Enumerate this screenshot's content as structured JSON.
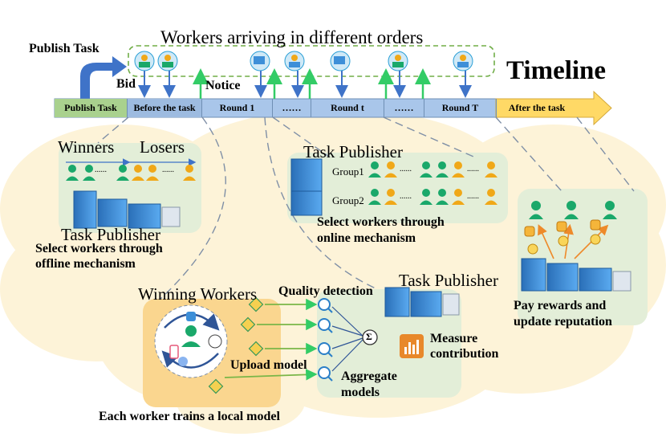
{
  "header": {
    "arrival_title": "Workers arriving in different orders",
    "publish_task": "Publish Task",
    "bid": "Bid",
    "notice": "Notice",
    "timeline": "Timeline"
  },
  "timeline_segments": [
    "Publish Task",
    "Before the task",
    "Round 1",
    "……",
    "Round t",
    "……",
    "Round T",
    "After the task"
  ],
  "offline_panel": {
    "winners": "Winners",
    "losers": "Losers",
    "ellipsis": "......",
    "publisher": "Task Publisher",
    "caption_line1": "Select workers through",
    "caption_line2": "offline mechanism"
  },
  "online_panel": {
    "publisher": "Task Publisher",
    "group1": "Group1",
    "group2": "Group2",
    "ellipsis": "......",
    "caption_line1": "Select workers through",
    "caption_line2": "online mechanism"
  },
  "training_panel": {
    "winning_workers": "Winning Workers",
    "quality_detection": "Quality detection",
    "publisher": "Task Publisher",
    "measure_line1": "Measure",
    "measure_line2": "contribution",
    "upload_model": "Upload model",
    "aggregate_line1": "Aggregate",
    "aggregate_line2": "models",
    "sigma": "Σ",
    "local_caption": "Each worker trains a local model"
  },
  "reward_panel": {
    "caption_line1": "Pay rewards and",
    "caption_line2": "update reputation"
  },
  "colors": {
    "winner": "#1aa86a",
    "loser": "#f0a818",
    "server": "#3d8fd8",
    "cloud": "#fdf3d8",
    "panel": "#e3eed8",
    "segment_blue": "#a9c6ea",
    "segment_green": "#a9d18e",
    "segment_gold": "#ffd966",
    "notice_arrow": "#33cc66",
    "bid_arrow": "#3f73c8"
  }
}
